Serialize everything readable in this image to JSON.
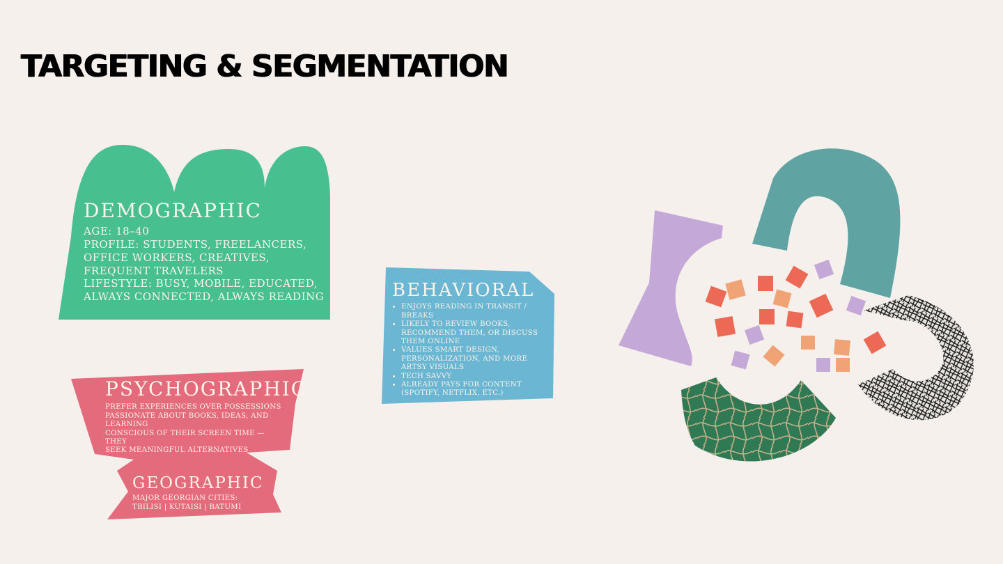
{
  "slide": {
    "title": "TARGETING & SEGMENTATION"
  },
  "demographic": {
    "heading": "DEMOGRAPHIC",
    "lines": [
      "AGE: 18–40",
      "PROFILE: STUDENTS, FREELANCERS,",
      "OFFICE WORKERS, CREATIVES,",
      "FREQUENT TRAVELERS",
      "LIFESTYLE: BUSY, MOBILE, EDUCATED,",
      "ALWAYS CONNECTED, ALWAYS READING"
    ],
    "color": "#48bf8e"
  },
  "behavioral": {
    "heading": "BEHAVIORAL",
    "bullets": [
      " ENJOYS READING IN TRANSIT / BREAKS",
      "LIKELY TO REVIEW BOOKS, RECOMMEND THEM, OR DISCUSS THEM ONLINE",
      "VALUES SMART DESIGN, PERSONALIZATION, AND MORE ARTSY VISUALS",
      "TECH SAVVY",
      "ALREADY PAYS FOR CONTENT (SPOTIFY, NETFLIX, ETC.)"
    ],
    "color": "#6bb6d3"
  },
  "psychographic": {
    "heading": "PSYCHOGRAPHIC",
    "lines": [
      "PREFER EXPERIENCES OVER POSSESSIONS",
      "PASSIONATE ABOUT BOOKS, IDEAS, AND",
      "LEARNING",
      "CONSCIOUS OF THEIR SCREEN TIME — THEY",
      "SEEK MEANINGFUL ALTERNATIVES"
    ],
    "color": "#e36b7b"
  },
  "geographic": {
    "heading": "GEOGRAPHIC",
    "lines": [
      "MAJOR GEORGIAN CITIES:",
      "TBILISI | KUTAISI | BATUMI"
    ],
    "color": "#e36b7b"
  },
  "collage": {
    "colors": {
      "lavender": "#c4a8d8",
      "teal": "#5fa3a3",
      "dark_green": "#2f7a55",
      "green_lines": "#c9b08a",
      "coral": "#ec6a55",
      "peach": "#f0a374",
      "scribble": "#1a1a1a"
    }
  }
}
